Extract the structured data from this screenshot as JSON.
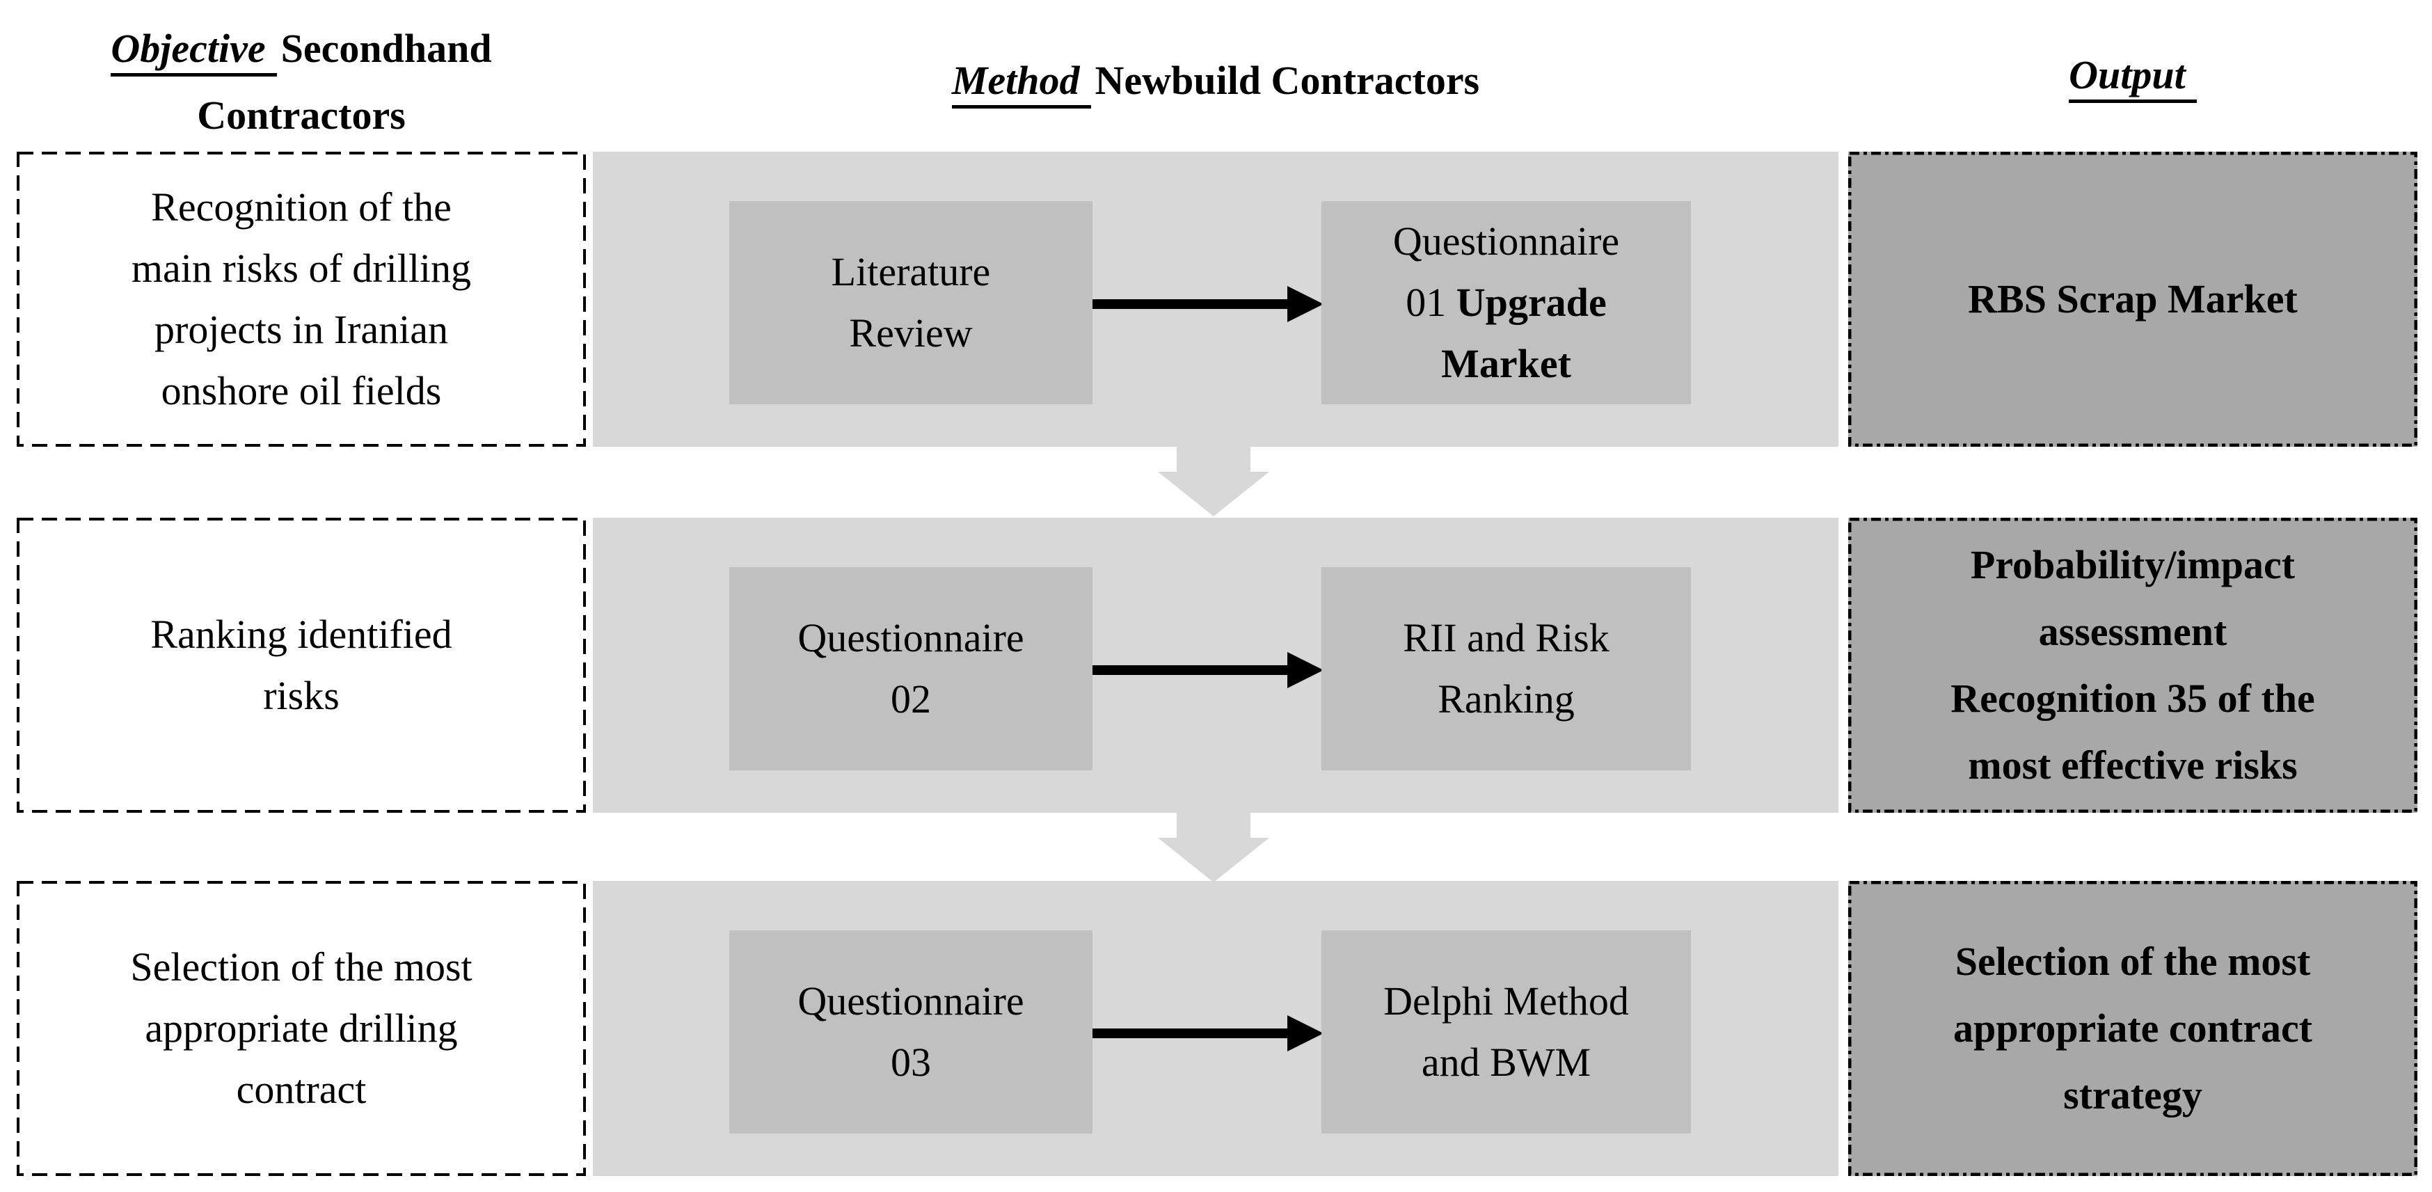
{
  "colors": {
    "band": "#d8d8d8",
    "method_box": "#c0c0c0",
    "output_box": "#a8a8a8",
    "ink": "#000000",
    "flow_arrow": "#d8d8d8",
    "bg": "#ffffff"
  },
  "headers": {
    "objective": {
      "keyword": "Objective",
      "rest": "Secondhand\nContractors"
    },
    "method": {
      "keyword": "Method",
      "rest": "Newbuild Contractors"
    },
    "output": {
      "keyword": "Output",
      "rest": ""
    }
  },
  "rows": [
    {
      "objective": "Recognition of the\nmain risks of drilling\nprojects in Iranian\nonshore oil fields",
      "method1": "Literature\nReview",
      "method2_regular": "Questionnaire\n01 ",
      "method2_bold": "Upgrade\nMarket",
      "output": "RBS Scrap Market"
    },
    {
      "objective": "Ranking identified\nrisks",
      "method1": "Questionnaire\n02",
      "method2_regular": "RII and Risk\nRanking",
      "method2_bold": "",
      "output": "Probability/impact\nassessment\nRecognition 35 of the\nmost effective risks"
    },
    {
      "objective": "Selection of the most\nappropriate drilling\ncontract",
      "method1": "Questionnaire\n03",
      "method2_regular": "Delphi Method\nand BWM",
      "method2_bold": "",
      "output": "Selection of the most\nappropriate contract\nstrategy"
    }
  ]
}
